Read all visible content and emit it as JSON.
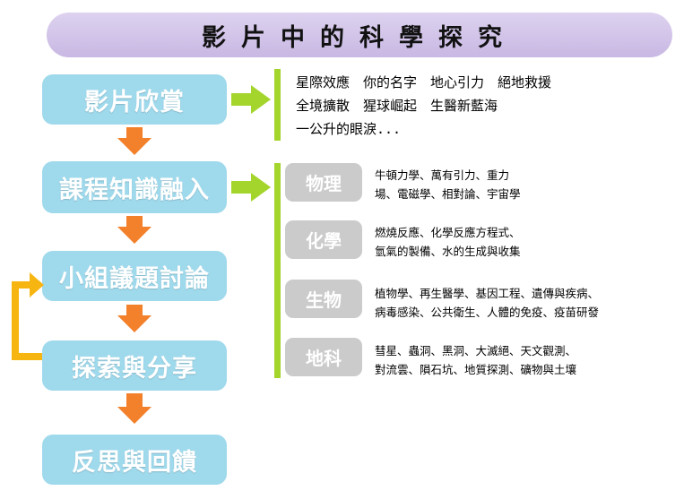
{
  "title": "影片中的科學探究",
  "steps": [
    {
      "label": "影片欣賞"
    },
    {
      "label": "課程知識融入"
    },
    {
      "label": "小組議題討論"
    },
    {
      "label": "探索與分享"
    },
    {
      "label": "反思與回饋"
    }
  ],
  "films": {
    "lines": [
      "星際效應　你的名字　地心引力　絕地救援",
      "全境擴散　猩球崛起　生醫新藍海",
      "一公升的眼淚..."
    ]
  },
  "subjects": [
    {
      "name": "物理",
      "topics": [
        "牛頓力學、萬有引力、重力",
        "場、電磁學、相對論、宇宙學"
      ]
    },
    {
      "name": "化學",
      "topics": [
        "燃燒反應、化學反應方程式、",
        "氫氣的製備、水的生成與收集"
      ]
    },
    {
      "name": "生物",
      "topics": [
        "植物學、再生醫學、基因工程、遺傳與疾病、",
        "病毒感染、公共衛生、人體的免疫、疫苗研發"
      ]
    },
    {
      "name": "地科",
      "topics": [
        "彗星、蟲洞、黑洞、大滅絕、天文觀測、",
        "對流雲、隕石坑、地質探測、礦物與土壤"
      ]
    }
  ],
  "colors": {
    "step_box": "#9fd9ec",
    "down_arrow": "#f3802a",
    "loop_arrow": "#f7b512",
    "green_accent": "#a4d52c",
    "subject_tag": "#cbcbcb",
    "title_banner": "#d3c5ea"
  }
}
